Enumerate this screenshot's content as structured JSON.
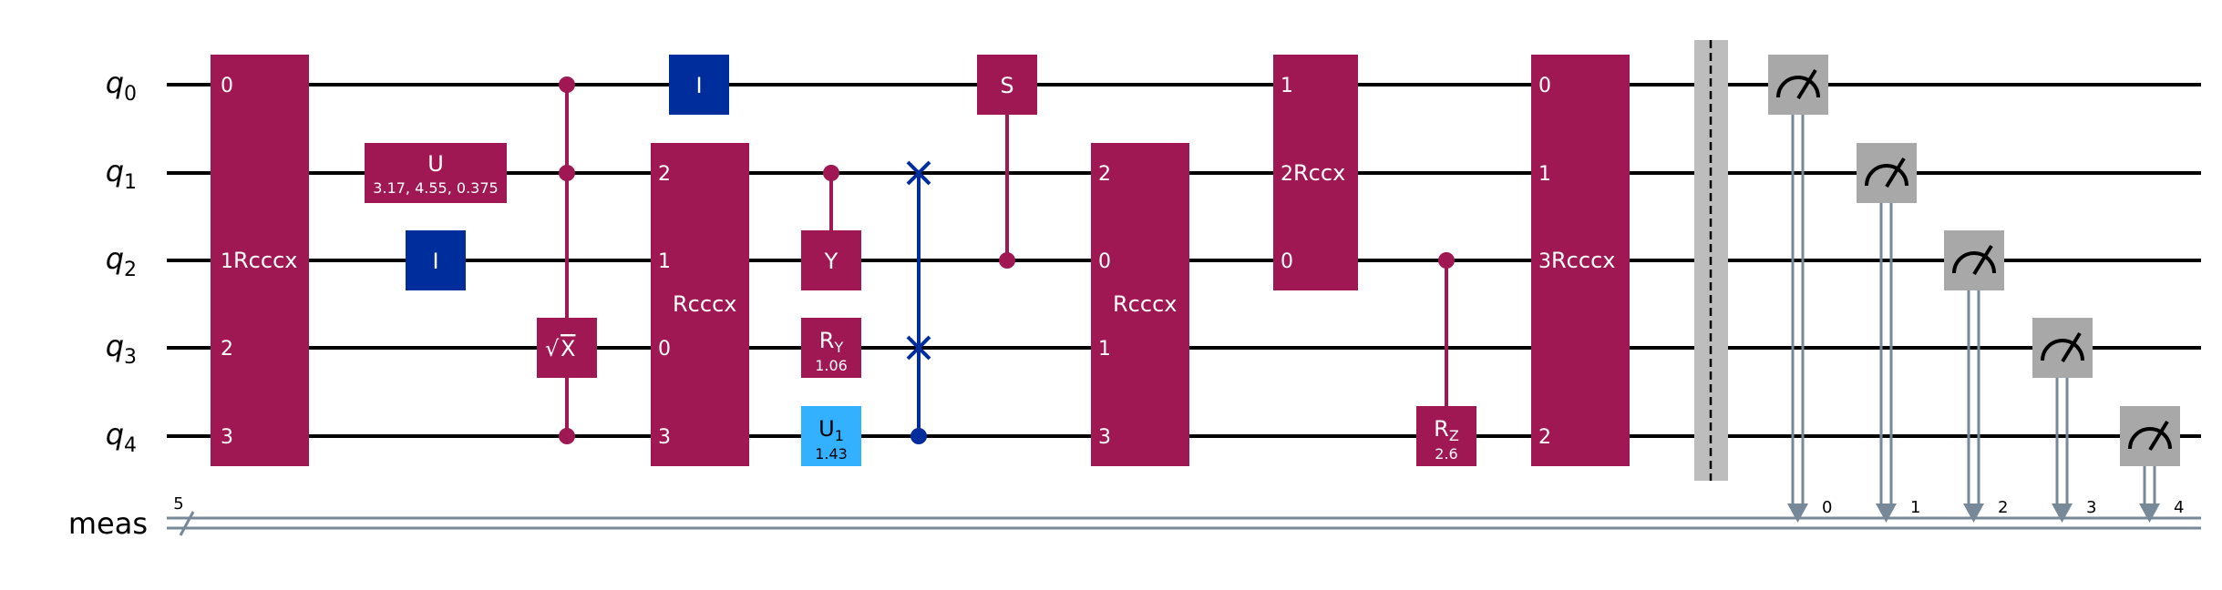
{
  "colors": {
    "gate": "#9f1853",
    "identity": "#002d9c",
    "u1": "#33b1ff",
    "swap": "#002d9c",
    "measure": "#a8a8a8",
    "classical": "#778899",
    "barrier": "#bdbdbd",
    "wire": "#000000",
    "text_light": "#ffffff",
    "text_dark": "#000000"
  },
  "wire_labels": {
    "q0": {
      "base": "q",
      "sub": "0"
    },
    "q1": {
      "base": "q",
      "sub": "1"
    },
    "q2": {
      "base": "q",
      "sub": "2"
    },
    "q3": {
      "base": "q",
      "sub": "3"
    },
    "q4": {
      "base": "q",
      "sub": "4"
    },
    "meas": "meas",
    "meas_width": "5"
  },
  "gates": {
    "rcccx1": {
      "label": "Rcccx",
      "pins": [
        "0",
        "1",
        "2",
        "3"
      ]
    },
    "u": {
      "label": "U",
      "params": "3.17, 4.55, 0.375"
    },
    "id_q2": {
      "label": "I"
    },
    "sx": {
      "label": "X",
      "root": "√"
    },
    "id_q0": {
      "label": "I"
    },
    "rcccx2": {
      "label": "Rcccx",
      "pins": [
        "2",
        "1",
        "0",
        "3"
      ]
    },
    "cy": {
      "label": "Y"
    },
    "ry": {
      "label": "R",
      "sub": "Y",
      "param": "1.06"
    },
    "u1": {
      "label": "U",
      "sub": "1",
      "param": "1.43"
    },
    "cs": {
      "label": "S"
    },
    "rcccx3": {
      "label": "Rcccx",
      "pins": [
        "2",
        "0",
        "1",
        "3"
      ]
    },
    "rccx": {
      "label": "Rccx",
      "pins": [
        "1",
        "2",
        "0"
      ]
    },
    "crz": {
      "label": "R",
      "sub": "Z",
      "param": "2.6"
    },
    "rcccx4": {
      "label": "Rcccx",
      "pins": [
        "0",
        "1",
        "3",
        "2"
      ]
    }
  },
  "measure_bits": [
    "0",
    "1",
    "2",
    "3",
    "4"
  ]
}
